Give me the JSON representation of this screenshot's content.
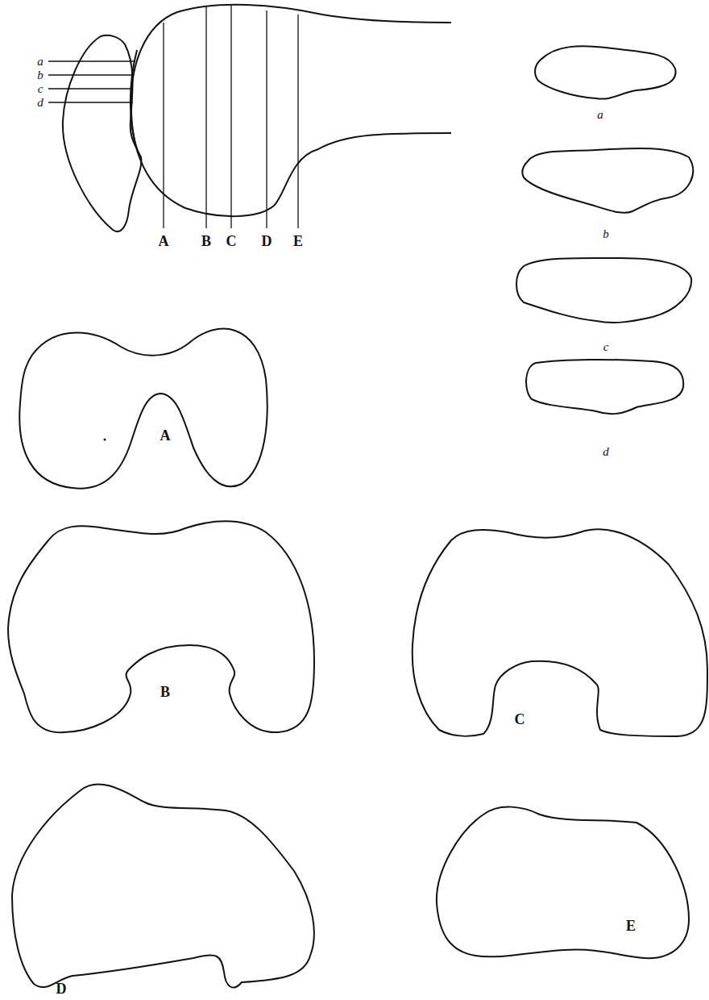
{
  "diagram": {
    "labels": [
      "a",
      "b",
      "c",
      "d",
      "A",
      "B",
      "C",
      "D",
      "E",
      "a",
      "b",
      "c",
      "d",
      "A",
      "B",
      "C",
      "D",
      "E"
    ]
  }
}
